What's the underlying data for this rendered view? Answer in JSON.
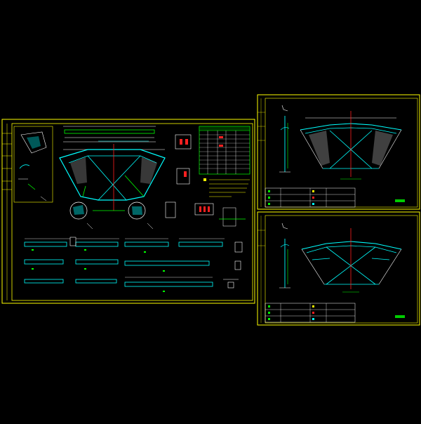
{
  "colors": {
    "background": "#000000",
    "frame": "#ffff00",
    "structure": "#00ffff",
    "member": "#00ff00",
    "axis": "#ff2020",
    "dimension": "#ffffff",
    "hatch": "#a0a0a0",
    "note": "#ffff00"
  },
  "sheets": [
    {
      "id": "main",
      "title_block": "",
      "notes": ""
    },
    {
      "id": "elevation-a",
      "title_block": ""
    },
    {
      "id": "elevation-b",
      "title_block": ""
    }
  ]
}
